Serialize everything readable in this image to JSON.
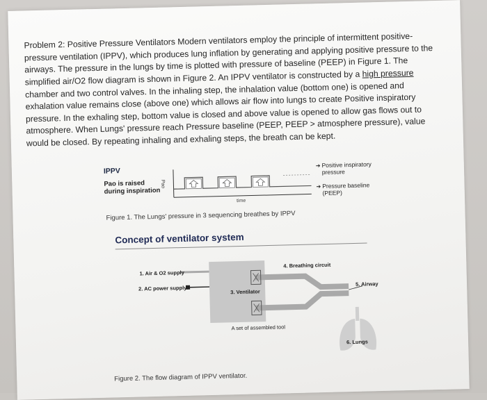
{
  "problem": {
    "lead": "Problem 2: Positive Pressure Ventilators Modern ventilators employ the principle of intermittent positive-pressure ventilation (IPPV), which produces lung inflation by generating and applying positive pressure to the airways. The pressure in the lungs by time is plotted with pressure of baseline (PEEP) in Figure 1. The simplified air/O2 flow diagram is shown in Figure 2. An IPPV ventilator is constructed by a ",
    "underlined": "high pressure",
    "rest": " chamber and two control valves. In the inhaling step, the inhalation value (bottom one) is opened and exhalation value remains close (above one) which allows air flow into lungs to create Positive inspiratory pressure. In the exhaling step, bottom value is closed and above value is opened to allow gas flows out to atmosphere. When Lungs' pressure reach Pressure baseline (PEEP, PEEP > atmosphere pressure), value would be closed. By repeating inhaling and exhaling steps, the breath can be kept."
  },
  "figure1": {
    "title": "IPPV",
    "pao_raised": "Pao is raised during inspiration",
    "y_axis": "Pao",
    "x_axis": "time",
    "label_pip": "Positive inspiratory pressure",
    "label_peep": "Pressure baseline (PEEP)",
    "caption": "Figure 1. The Lungs' pressure in 3 sequencing breathes by IPPV"
  },
  "concept_title": "Concept of ventilator system",
  "figure2": {
    "air_o2": "1. Air & O2 supply",
    "ac_power": "2. AC power supply",
    "ventilator": "3. Ventilator",
    "breathing_circuit": "4. Breathing circuit",
    "airway": "5. Airway",
    "lungs": "6. Lungs",
    "assembled": "A set of assembled tool",
    "caption": "Figure 2. The flow diagram of IPPV ventilator."
  },
  "colors": {
    "ventilator_box": "#c8c8c8",
    "tube": "#a9a9a9",
    "lungs": "#cfcfcf",
    "concept_title": "#1f2a55"
  }
}
